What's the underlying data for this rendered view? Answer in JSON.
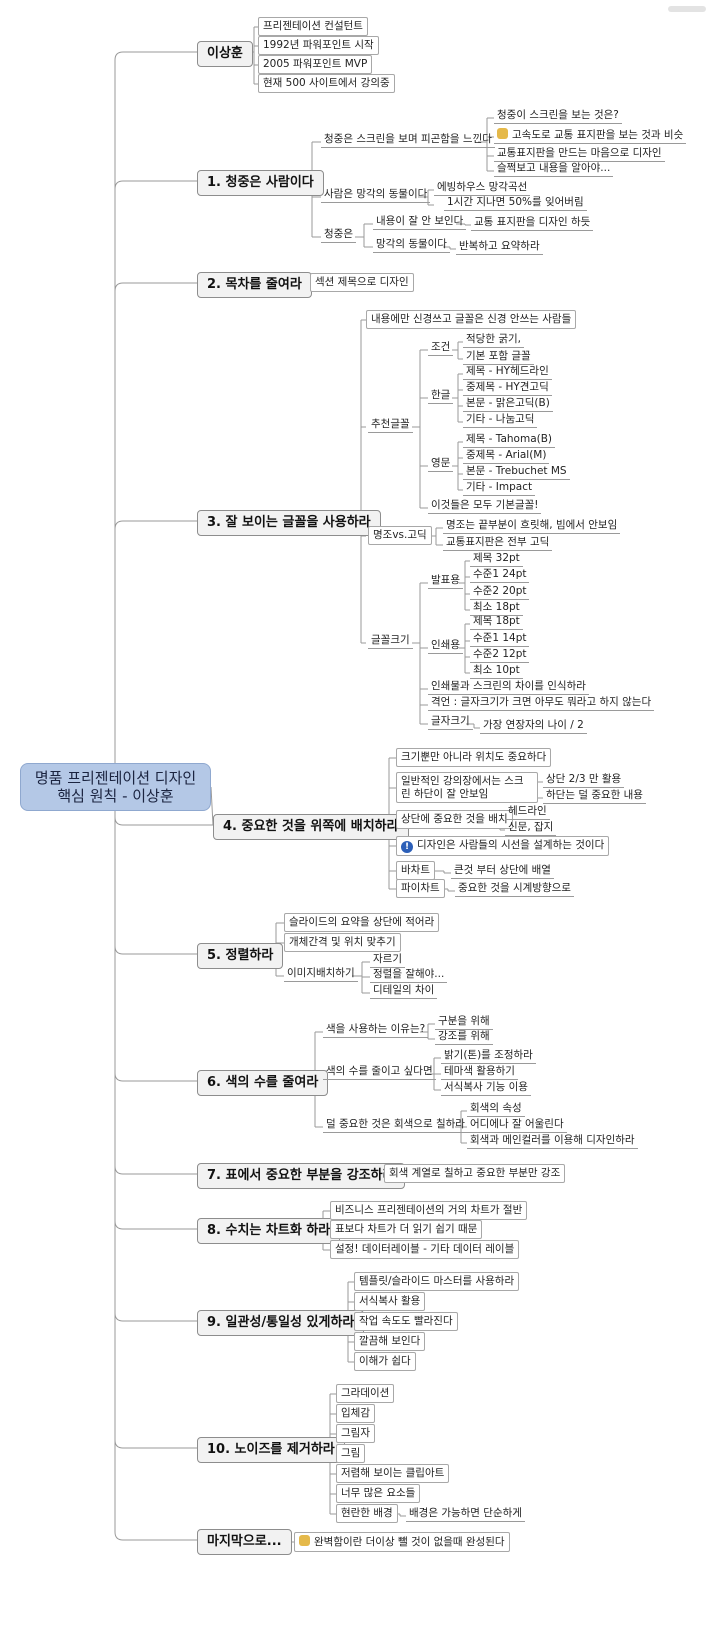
{
  "root": "명품 프리젠테이션 디자인 핵심 원칙 - 이상훈",
  "branches": {
    "b0": {
      "label": "이상훈",
      "items": [
        "프리젠테이션 컨설턴트",
        "1992년 파워포인트 시작",
        "2005 파워포인트 MVP",
        "현재 500 사이트에서 강의중"
      ]
    },
    "b1": {
      "label": "1. 청중은 사람이다",
      "a": "청중은 스크린을 보며 피곤함을 느낀다",
      "a_items": [
        "청중이 스크린을 보는 것은?",
        "고속도로 교통 표지판을 보는 것과 비슷",
        "교통표지판을 만드는 마음으로 디자인",
        "슬쩍보고 내용을 알아야..."
      ],
      "b": "사람은 망각의 동물이다",
      "b_items": [
        "에빙하우스 망각곡선",
        "1시간 지나면 50%를 잊어버림"
      ],
      "c": "청중은",
      "c1": "내용이 잘 안 보인다",
      "c1_item": "교통 표지판을 디자인 하듯",
      "c2": "망각의 동물이다",
      "c2_item": "반복하고 요약하라"
    },
    "b2": {
      "label": "2. 목차를 줄여라",
      "item": "섹션 제목으로 디자인"
    },
    "b3": {
      "label": "3. 잘 보이는 글꼴을 사용하라",
      "top": "내용에만 신경쓰고 글꼴은 신경 안쓰는 사람들",
      "rec": "추천글꼴",
      "cond": "조건",
      "cond_items": [
        "적당한 굵기,",
        "기본 포함 글꼴"
      ],
      "han": "한글",
      "han_items": [
        "제목 - HY헤드라인",
        "중제목 - HY견고딕",
        "본문 - 맑은고딕(B)",
        "기타 - 나눔고딕"
      ],
      "eng": "영문",
      "eng_items": [
        "제목 - Tahoma(B)",
        "중제목 - Arial(M)",
        "본문 - Trebuchet MS",
        "기타 - Impact"
      ],
      "basic": "이것들은 모두 기본글꼴!",
      "myeong": "명조vs.고딕",
      "myeong_items": [
        "명조는 끝부분이 흐릿해, 빔에서 안보임",
        "교통표지판은 전부 고딕"
      ],
      "size": "글꼴크기",
      "pres": "발표용",
      "pres_items": [
        "제목 32pt",
        "수준1 24pt",
        "수준2 20pt",
        "최소 18pt"
      ],
      "print": "인쇄용",
      "print_items": [
        "제목 18pt",
        "수준1 14pt",
        "수준2 12pt",
        "최소 10pt"
      ],
      "diff": "인쇄물과 스크린의 차이를 인식하라",
      "proverb": "격언 : 글자크기가 크면 아무도 뭐라고 하지 않는다",
      "fsize": "글자크기",
      "fsize_item": "가장 연장자의 나이 /  2"
    },
    "b4": {
      "label": "4. 중요한 것을 위쪽에 배치하라",
      "i1": "크기뿐만 아니라 위치도 중요하다",
      "i2": "일반적인 강의장에서는 스크린 하단이 잘 안보임",
      "i2_items": [
        "상단 2/3 만 활용",
        "하단는 덜 중요한 내용"
      ],
      "i3": "상단에 중요한 것을 배치",
      "i3_items": [
        "헤드라인",
        "신문, 잡지"
      ],
      "i4": "디자인은 사람들의 시선을 설계하는 것이다",
      "i5": "바차트",
      "i5_item": "큰것 부터 상단에 배열",
      "i6": "파이차트",
      "i6_item": "중요한 것을 시계방향으로"
    },
    "b5": {
      "label": "5. 정렬하라",
      "i1": "슬라이드의 요약을 상단에 적어라",
      "i2": "개체간격 및 위치 맞추기",
      "i3": "이미지배치하기",
      "i3_items": [
        "자르기",
        "정렬을 잘해야...",
        "디테일의 차이"
      ]
    },
    "b6": {
      "label": "6. 색의 수를 줄여라",
      "i1": "색을 사용하는 이유는?",
      "i1_items": [
        "구분을 위해",
        "강조를 위해"
      ],
      "i2": "색의 수를 줄이고 싶다면",
      "i2_items": [
        "밝기(톤)를 조정하라",
        "테마색 활용하기",
        "서식복사 기능 이용"
      ],
      "i3": "덜 중요한 것은 회색으로 칠하라",
      "i3_items": [
        "회색의 속성",
        "어디에나 잘 어울린다",
        "회색과 메인컬러를 이용해 디자인하라"
      ]
    },
    "b7": {
      "label": "7. 표에서 중요한 부분을 강조하라",
      "item": "회색 계열로 칠하고 중요한 부분만 강조"
    },
    "b8": {
      "label": "8. 수치는 차트화 하라",
      "items": [
        "비즈니스 프리젠테이션의 거의 차트가 절반",
        "표보다 차트가 더 읽기 쉽기 때문",
        "설정! 데이터레이블 - 기타 데이터 레이블"
      ]
    },
    "b9": {
      "label": "9. 일관성/통일성 있게하라",
      "items": [
        "템플릿/슬라이드 마스터를 사용하라",
        "서식복사 활용",
        "작업 속도도 빨라진다",
        "깔끔해 보인다",
        "이해가 쉽다"
      ]
    },
    "b10": {
      "label": "10. 노이즈를 제거하라",
      "items": [
        "그라데이션",
        "입체감",
        "그림자",
        "그림",
        "저렴해 보이는 클립아트",
        "너무 많은 요소들",
        "현란한 배경"
      ],
      "bg_item": "배경은 가능하면 단순하게"
    },
    "b11": {
      "label": "마지막으로...",
      "item": "완벽함이란 더이상 뺄 것이 없을때 완성된다"
    }
  }
}
